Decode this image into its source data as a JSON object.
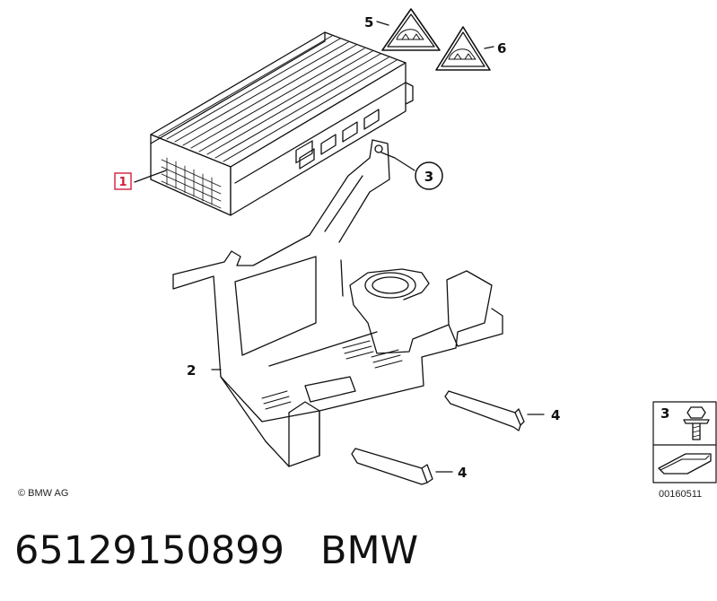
{
  "callouts": {
    "amplifier": "1",
    "bracket": "2",
    "screw": "3",
    "warning_triangle_a": "5",
    "warning_triangle_b": "6",
    "strip_right": "4",
    "strip_lower": "4",
    "legend_screw": "3"
  },
  "copyright": "© BMW AG",
  "drawing_id": "00160511",
  "part_number": "65129150899",
  "brand": "BMW",
  "colors": {
    "highlight": "#d0203a",
    "line": "#111111"
  },
  "icons": [
    "warning-triangle-icon",
    "screw-icon",
    "arrow-icon"
  ]
}
